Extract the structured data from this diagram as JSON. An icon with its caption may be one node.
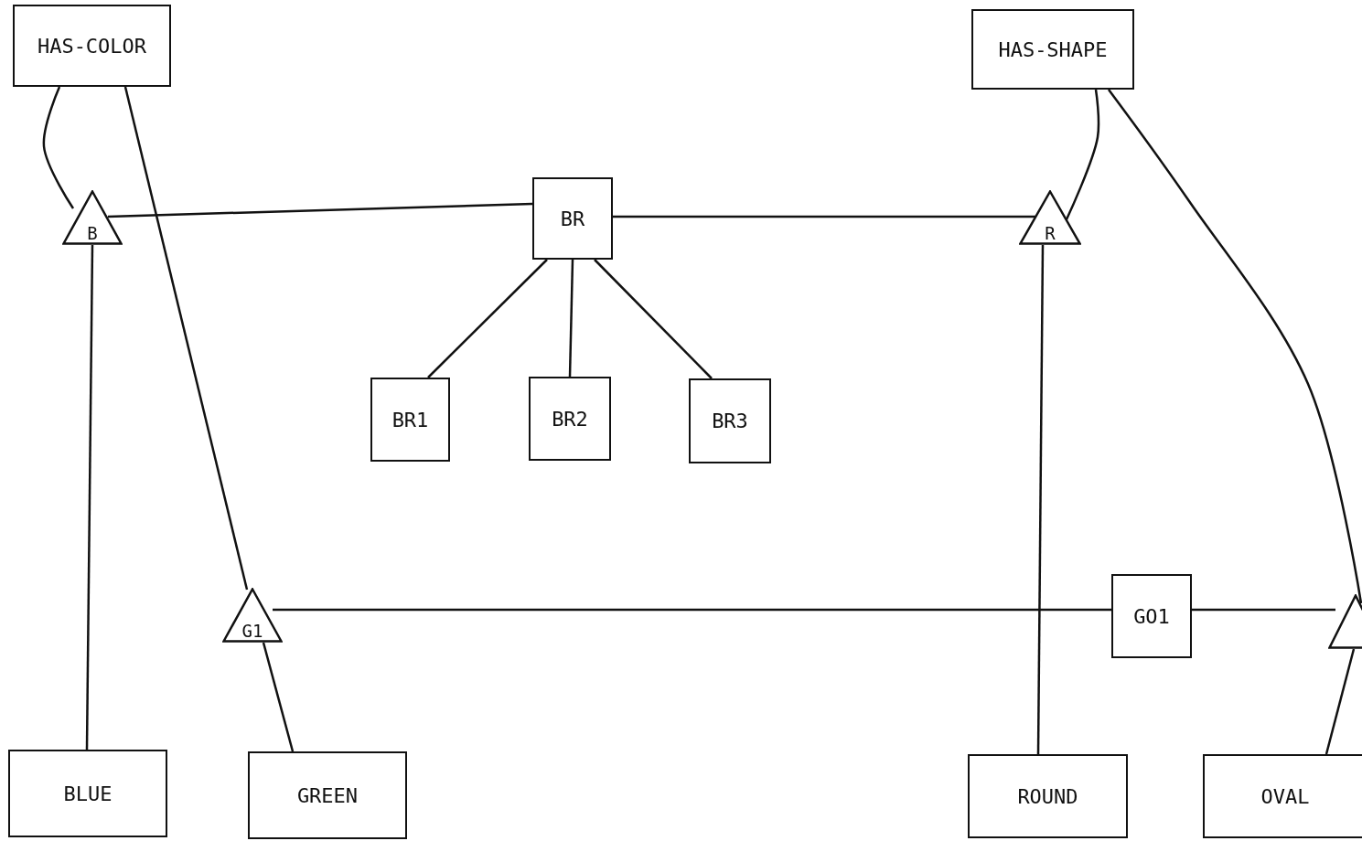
{
  "diagram": {
    "nodes": [
      {
        "text": [
          "HAS-COLOR"
        ]
      },
      {
        "text": [
          "HAS-SHAPE"
        ]
      },
      {
        "text": [
          "B"
        ]
      },
      {
        "text": [
          "BR"
        ]
      },
      {
        "text": [
          "R"
        ]
      },
      {
        "text": [
          "BR1"
        ]
      },
      {
        "text": [
          "BR2"
        ]
      },
      {
        "text": [
          "BR3"
        ]
      },
      {
        "text": [
          "G1"
        ]
      },
      {
        "text": [
          "GO1"
        ]
      },
      {
        "text": [],
        "shape": "triangle"
      },
      {
        "text": [
          "BLUE"
        ]
      },
      {
        "text": [
          "GREEN"
        ]
      },
      {
        "text": [
          "ROUND"
        ]
      },
      {
        "text": [
          "OVAL"
        ]
      }
    ],
    "edges": [
      {
        "from": 0,
        "to": 2,
        "arrow": "none"
      },
      {
        "from": 0,
        "to": 8,
        "arrow": "none"
      },
      {
        "from": 2,
        "to": 3,
        "arrow": "none"
      },
      {
        "from": 3,
        "to": 4,
        "arrow": "none"
      },
      {
        "from": 1,
        "to": 4,
        "arrow": "none"
      },
      {
        "from": 1,
        "to": 10,
        "arrow": "none"
      },
      {
        "from": 3,
        "to": 5,
        "arrow": "none"
      },
      {
        "from": 3,
        "to": 6,
        "arrow": "none"
      },
      {
        "from": 3,
        "to": 7,
        "arrow": "none"
      },
      {
        "from": 2,
        "to": 11,
        "arrow": "none"
      },
      {
        "from": 8,
        "to": 12,
        "arrow": "none"
      },
      {
        "from": 8,
        "to": 9,
        "arrow": "none"
      },
      {
        "from": 9,
        "to": 10,
        "arrow": "none"
      },
      {
        "from": 4,
        "to": 13,
        "arrow": "none"
      },
      {
        "from": 10,
        "to": 14,
        "arrow": "none"
      }
    ]
  }
}
